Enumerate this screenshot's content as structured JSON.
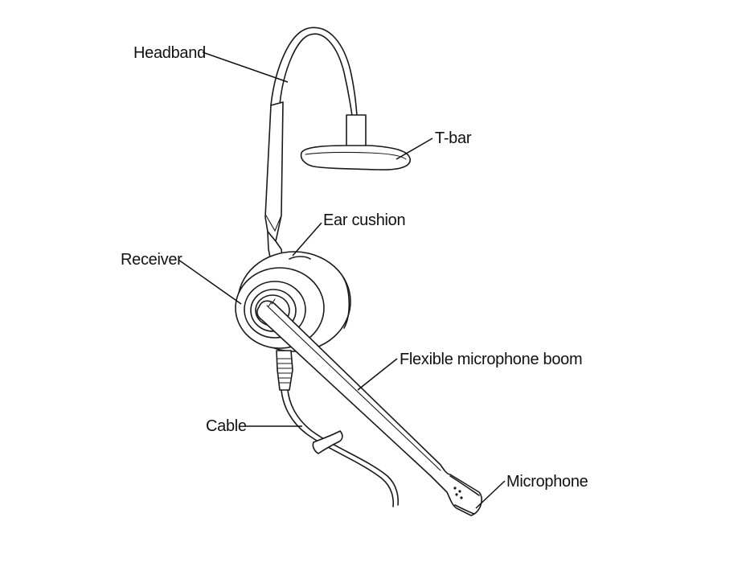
{
  "labels": {
    "headband": "Headband",
    "tbar": "T-bar",
    "ear_cushion": "Ear cushion",
    "receiver": "Receiver",
    "boom": "Flexible microphone boom",
    "cable": "Cable",
    "microphone": "Microphone"
  }
}
